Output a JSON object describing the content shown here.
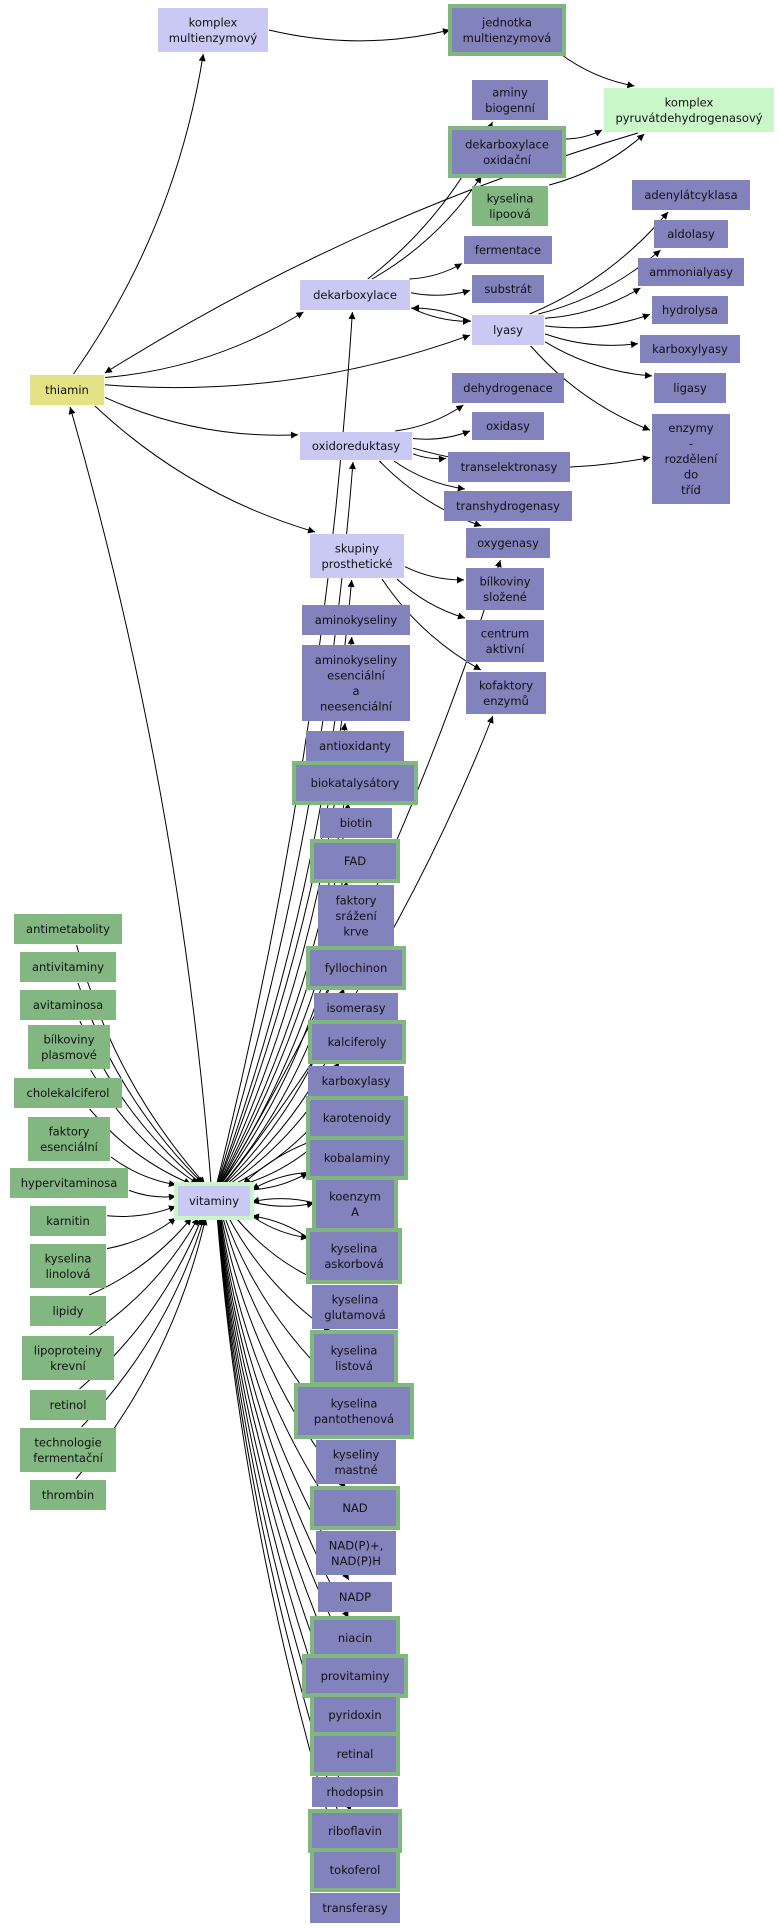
{
  "colors": {
    "concept_periwinkle": "#c9c9f4",
    "concept_green": "#c9f7c9",
    "concept_yellow": "#e3e386",
    "term_blue": "#8282bd",
    "term_green": "#82b782",
    "frame_green": "#7fb77f",
    "text": "#111111",
    "edge": "#000000"
  },
  "nodes": [
    {
      "id": "komplex_multienzymovy",
      "lines": [
        "komplex",
        "multienzymový"
      ],
      "style": "concept_periwinkle"
    },
    {
      "id": "jednotka_multienzymova",
      "lines": [
        "jednotka",
        "multienzymová"
      ],
      "style": "term_blue_framed"
    },
    {
      "id": "komplex_pyruvatdehydrogenasovy",
      "lines": [
        "komplex",
        "pyruvátdehydrogenasový"
      ],
      "style": "concept_green"
    },
    {
      "id": "aminy_biogenni",
      "lines": [
        "aminy",
        "biogenní"
      ],
      "style": "term_blue"
    },
    {
      "id": "dekarboxylace_oxidacni",
      "lines": [
        "dekarboxylace",
        "oxidační"
      ],
      "style": "term_blue_framed"
    },
    {
      "id": "kyselina_lipoova",
      "lines": [
        "kyselina",
        "lipoová"
      ],
      "style": "term_green"
    },
    {
      "id": "adenylatcyklasa",
      "lines": [
        "adenylátcyklasa"
      ],
      "style": "term_blue"
    },
    {
      "id": "aldolasy",
      "lines": [
        "aldolasy"
      ],
      "style": "term_blue"
    },
    {
      "id": "fermentace",
      "lines": [
        "fermentace"
      ],
      "style": "term_blue"
    },
    {
      "id": "ammonialyasy",
      "lines": [
        "ammonialyasy"
      ],
      "style": "term_blue"
    },
    {
      "id": "dekarboxylace",
      "lines": [
        "dekarboxylace"
      ],
      "style": "concept_periwinkle"
    },
    {
      "id": "substrat",
      "lines": [
        "substrát"
      ],
      "style": "term_blue"
    },
    {
      "id": "hydrolysa",
      "lines": [
        "hydrolysa"
      ],
      "style": "term_blue"
    },
    {
      "id": "lyasy",
      "lines": [
        "lyasy"
      ],
      "style": "concept_periwinkle"
    },
    {
      "id": "karboxylyasy",
      "lines": [
        "karboxylyasy"
      ],
      "style": "term_blue"
    },
    {
      "id": "thiamin",
      "lines": [
        "thiamin"
      ],
      "style": "concept_yellow"
    },
    {
      "id": "ligasy",
      "lines": [
        "ligasy"
      ],
      "style": "term_blue"
    },
    {
      "id": "dehydrogenace",
      "lines": [
        "dehydrogenace"
      ],
      "style": "term_blue"
    },
    {
      "id": "enzymy",
      "lines": [
        "enzymy",
        "-",
        "rozdělení",
        "do",
        "tříd"
      ],
      "style": "term_blue"
    },
    {
      "id": "oxidasy",
      "lines": [
        "oxidasy"
      ],
      "style": "term_blue"
    },
    {
      "id": "oxidoreduktasy",
      "lines": [
        "oxidoreduktasy"
      ],
      "style": "concept_periwinkle"
    },
    {
      "id": "transelektronasy",
      "lines": [
        "transelektronasy"
      ],
      "style": "term_blue"
    },
    {
      "id": "transhydrogenasy",
      "lines": [
        "transhydrogenasy"
      ],
      "style": "term_blue"
    },
    {
      "id": "oxygenasy",
      "lines": [
        "oxygenasy"
      ],
      "style": "term_blue"
    },
    {
      "id": "skupiny_prostheticke",
      "lines": [
        "skupiny",
        "prosthetické"
      ],
      "style": "concept_periwinkle"
    },
    {
      "id": "bilkoviny_slozene",
      "lines": [
        "bílkoviny",
        "složené"
      ],
      "style": "term_blue"
    },
    {
      "id": "aminokyseliny",
      "lines": [
        "aminokyseliny"
      ],
      "style": "term_blue"
    },
    {
      "id": "centrum_aktivni",
      "lines": [
        "centrum",
        "aktivní"
      ],
      "style": "term_blue"
    },
    {
      "id": "aminokyseliny_esencialni",
      "lines": [
        "aminokyseliny",
        "esenciální",
        "a",
        "neesenciální"
      ],
      "style": "term_blue"
    },
    {
      "id": "kofaktory_enzymu",
      "lines": [
        "kofaktory",
        "enzymů"
      ],
      "style": "term_blue"
    },
    {
      "id": "antioxidanty",
      "lines": [
        "antioxidanty"
      ],
      "style": "term_blue"
    },
    {
      "id": "biokatalysatory",
      "lines": [
        "biokatalysátory"
      ],
      "style": "term_blue_framed"
    },
    {
      "id": "biotin",
      "lines": [
        "biotin"
      ],
      "style": "term_blue"
    },
    {
      "id": "fad",
      "lines": [
        "FAD"
      ],
      "style": "term_blue_framed"
    },
    {
      "id": "faktory_srazeni_krve",
      "lines": [
        "faktory",
        "srážení",
        "krve"
      ],
      "style": "term_blue"
    },
    {
      "id": "antimetabolity",
      "lines": [
        "antimetabolity"
      ],
      "style": "term_green"
    },
    {
      "id": "antivitaminy",
      "lines": [
        "antivitaminy"
      ],
      "style": "term_green"
    },
    {
      "id": "fyllochinon",
      "lines": [
        "fyllochinon"
      ],
      "style": "term_blue_framed"
    },
    {
      "id": "avitaminosa",
      "lines": [
        "avitaminosa"
      ],
      "style": "term_green"
    },
    {
      "id": "isomerasy",
      "lines": [
        "isomerasy"
      ],
      "style": "term_blue"
    },
    {
      "id": "bilkoviny_plasmove",
      "lines": [
        "bílkoviny",
        "plasmové"
      ],
      "style": "term_green"
    },
    {
      "id": "kalciferoly",
      "lines": [
        "kalciferoly"
      ],
      "style": "term_blue_framed"
    },
    {
      "id": "karboxylasy",
      "lines": [
        "karboxylasy"
      ],
      "style": "term_blue"
    },
    {
      "id": "cholekalciferol",
      "lines": [
        "cholekalciferol"
      ],
      "style": "term_green"
    },
    {
      "id": "karotenoidy",
      "lines": [
        "karotenoidy"
      ],
      "style": "term_blue_framed"
    },
    {
      "id": "faktory_esencialni",
      "lines": [
        "faktory",
        "esenciální"
      ],
      "style": "term_green"
    },
    {
      "id": "kobalaminy",
      "lines": [
        "kobalaminy"
      ],
      "style": "term_blue_framed"
    },
    {
      "id": "hypervitaminosa",
      "lines": [
        "hypervitaminosa"
      ],
      "style": "term_green"
    },
    {
      "id": "vitaminy",
      "lines": [
        "vitaminy"
      ],
      "style": "vitaminy"
    },
    {
      "id": "koenzym_a",
      "lines": [
        "koenzym",
        "A"
      ],
      "style": "term_blue_framed"
    },
    {
      "id": "karnitin",
      "lines": [
        "karnitin"
      ],
      "style": "term_green"
    },
    {
      "id": "kyselina_askorbova",
      "lines": [
        "kyselina",
        "askorbová"
      ],
      "style": "term_blue_framed"
    },
    {
      "id": "kyselina_linolova",
      "lines": [
        "kyselina",
        "linolová"
      ],
      "style": "term_green"
    },
    {
      "id": "kyselina_glutamova",
      "lines": [
        "kyselina",
        "glutamová"
      ],
      "style": "term_blue"
    },
    {
      "id": "lipidy",
      "lines": [
        "lipidy"
      ],
      "style": "term_green"
    },
    {
      "id": "kyselina_listova",
      "lines": [
        "kyselina",
        "listová"
      ],
      "style": "term_blue_framed"
    },
    {
      "id": "lipoproteiny_krevni",
      "lines": [
        "lipoproteiny",
        "krevní"
      ],
      "style": "term_green"
    },
    {
      "id": "kyselina_pantothenova",
      "lines": [
        "kyselina",
        "pantothenová"
      ],
      "style": "term_blue_framed"
    },
    {
      "id": "retinol",
      "lines": [
        "retinol"
      ],
      "style": "term_green"
    },
    {
      "id": "technologie_fermentacni",
      "lines": [
        "technologie",
        "fermentační"
      ],
      "style": "term_green"
    },
    {
      "id": "kyseliny_mastne",
      "lines": [
        "kyseliny",
        "mastné"
      ],
      "style": "term_blue"
    },
    {
      "id": "thrombin",
      "lines": [
        "thrombin"
      ],
      "style": "term_green"
    },
    {
      "id": "nad",
      "lines": [
        "NAD"
      ],
      "style": "term_blue_framed"
    },
    {
      "id": "nadp_plus",
      "lines": [
        "NAD(P)+,",
        "NAD(P)H"
      ],
      "style": "term_blue"
    },
    {
      "id": "nadp",
      "lines": [
        "NADP"
      ],
      "style": "term_blue"
    },
    {
      "id": "niacin",
      "lines": [
        "niacin"
      ],
      "style": "term_blue_framed"
    },
    {
      "id": "provitaminy",
      "lines": [
        "provitaminy"
      ],
      "style": "term_blue_framed"
    },
    {
      "id": "pyridoxin",
      "lines": [
        "pyridoxin"
      ],
      "style": "term_blue_framed"
    },
    {
      "id": "retinal",
      "lines": [
        "retinal"
      ],
      "style": "term_blue_framed"
    },
    {
      "id": "rhodopsin",
      "lines": [
        "rhodopsin"
      ],
      "style": "term_blue"
    },
    {
      "id": "riboflavin",
      "lines": [
        "riboflavin"
      ],
      "style": "term_blue_framed"
    },
    {
      "id": "tokoferol",
      "lines": [
        "tokoferol"
      ],
      "style": "term_blue_framed"
    },
    {
      "id": "transferasy",
      "lines": [
        "transferasy"
      ],
      "style": "term_blue"
    }
  ],
  "edges": [
    {
      "from": "komplex_multienzymovy",
      "to": "jednotka_multienzymova"
    },
    {
      "from": "jednotka_multienzymova",
      "to": "komplex_pyruvatdehydrogenasovy"
    },
    {
      "from": "dekarboxylace_oxidacni",
      "to": "komplex_pyruvatdehydrogenasovy"
    },
    {
      "from": "kyselina_lipoova",
      "to": "komplex_pyruvatdehydrogenasovy"
    },
    {
      "from": "komplex_pyruvatdehydrogenasovy",
      "to": "thiamin"
    },
    {
      "from": "thiamin",
      "to": "komplex_multienzymovy"
    },
    {
      "from": "thiamin",
      "to": "dekarboxylace"
    },
    {
      "from": "thiamin",
      "to": "lyasy"
    },
    {
      "from": "thiamin",
      "to": "oxidoreduktasy"
    },
    {
      "from": "thiamin",
      "to": "skupiny_prostheticke"
    },
    {
      "from": "vitaminy",
      "to": "thiamin"
    },
    {
      "from": "dekarboxylace",
      "to": "aminy_biogenni"
    },
    {
      "from": "dekarboxylace",
      "to": "dekarboxylace_oxidacni"
    },
    {
      "from": "dekarboxylace",
      "to": "fermentace"
    },
    {
      "from": "dekarboxylace",
      "to": "substrat"
    },
    {
      "from": "dekarboxylace",
      "to": "lyasy"
    },
    {
      "from": "lyasy",
      "to": "dekarboxylace"
    },
    {
      "from": "lyasy",
      "to": "adenylatcyklasa"
    },
    {
      "from": "lyasy",
      "to": "aldolasy"
    },
    {
      "from": "lyasy",
      "to": "ammonialyasy"
    },
    {
      "from": "lyasy",
      "to": "hydrolysa"
    },
    {
      "from": "lyasy",
      "to": "karboxylyasy"
    },
    {
      "from": "lyasy",
      "to": "ligasy"
    },
    {
      "from": "lyasy",
      "to": "enzymy"
    },
    {
      "from": "oxidoreduktasy",
      "to": "dehydrogenace"
    },
    {
      "from": "oxidoreduktasy",
      "to": "oxidasy"
    },
    {
      "from": "oxidoreduktasy",
      "to": "transelektronasy"
    },
    {
      "from": "oxidoreduktasy",
      "to": "transhydrogenasy"
    },
    {
      "from": "oxidoreduktasy",
      "to": "oxygenasy"
    },
    {
      "from": "oxidoreduktasy",
      "to": "enzymy"
    },
    {
      "from": "skupiny_prostheticke",
      "to": "bilkoviny_slozene"
    },
    {
      "from": "skupiny_prostheticke",
      "to": "centrum_aktivni"
    },
    {
      "from": "skupiny_prostheticke",
      "to": "kofaktory_enzymu"
    },
    {
      "from": "vitaminy",
      "to": "dekarboxylace"
    },
    {
      "from": "vitaminy",
      "to": "oxidoreduktasy"
    },
    {
      "from": "vitaminy",
      "to": "oxygenasy"
    },
    {
      "from": "vitaminy",
      "to": "skupiny_prostheticke"
    },
    {
      "from": "vitaminy",
      "to": "kofaktory_enzymu"
    },
    {
      "from": "vitaminy",
      "to": "aminokyseliny"
    },
    {
      "from": "vitaminy",
      "to": "aminokyseliny_esencialni"
    },
    {
      "from": "vitaminy",
      "to": "antioxidanty"
    },
    {
      "from": "vitaminy",
      "to": "biokatalysatory"
    },
    {
      "from": "vitaminy",
      "to": "biotin"
    },
    {
      "from": "vitaminy",
      "to": "fad"
    },
    {
      "from": "vitaminy",
      "to": "faktory_srazeni_krve"
    },
    {
      "from": "vitaminy",
      "to": "fyllochinon"
    },
    {
      "from": "vitaminy",
      "to": "isomerasy"
    },
    {
      "from": "vitaminy",
      "to": "kalciferoly"
    },
    {
      "from": "vitaminy",
      "to": "karboxylasy"
    },
    {
      "from": "vitaminy",
      "to": "karotenoidy"
    },
    {
      "from": "vitaminy",
      "to": "kobalaminy"
    },
    {
      "from": "vitaminy",
      "to": "koenzym_a"
    },
    {
      "from": "vitaminy",
      "to": "kyselina_askorbova"
    },
    {
      "from": "vitaminy",
      "to": "kyselina_glutamova"
    },
    {
      "from": "vitaminy",
      "to": "kyselina_listova"
    },
    {
      "from": "vitaminy",
      "to": "kyselina_pantothenova"
    },
    {
      "from": "vitaminy",
      "to": "kyseliny_mastne"
    },
    {
      "from": "vitaminy",
      "to": "nad"
    },
    {
      "from": "vitaminy",
      "to": "nadp_plus"
    },
    {
      "from": "vitaminy",
      "to": "nadp"
    },
    {
      "from": "vitaminy",
      "to": "niacin"
    },
    {
      "from": "vitaminy",
      "to": "provitaminy"
    },
    {
      "from": "vitaminy",
      "to": "pyridoxin"
    },
    {
      "from": "vitaminy",
      "to": "retinal"
    },
    {
      "from": "vitaminy",
      "to": "rhodopsin"
    },
    {
      "from": "vitaminy",
      "to": "riboflavin"
    },
    {
      "from": "vitaminy",
      "to": "tokoferol"
    },
    {
      "from": "vitaminy",
      "to": "transferasy"
    },
    {
      "from": "karotenoidy",
      "to": "vitaminy"
    },
    {
      "from": "kobalaminy",
      "to": "vitaminy"
    },
    {
      "from": "koenzym_a",
      "to": "vitaminy"
    },
    {
      "from": "kyselina_askorbova",
      "to": "vitaminy"
    },
    {
      "from": "antimetabolity",
      "to": "vitaminy"
    },
    {
      "from": "antivitaminy",
      "to": "vitaminy"
    },
    {
      "from": "avitaminosa",
      "to": "vitaminy"
    },
    {
      "from": "bilkoviny_plasmove",
      "to": "vitaminy"
    },
    {
      "from": "cholekalciferol",
      "to": "vitaminy"
    },
    {
      "from": "faktory_esencialni",
      "to": "vitaminy"
    },
    {
      "from": "hypervitaminosa",
      "to": "vitaminy"
    },
    {
      "from": "karnitin",
      "to": "vitaminy"
    },
    {
      "from": "kyselina_linolova",
      "to": "vitaminy"
    },
    {
      "from": "lipidy",
      "to": "vitaminy"
    },
    {
      "from": "lipoproteiny_krevni",
      "to": "vitaminy"
    },
    {
      "from": "retinol",
      "to": "vitaminy"
    },
    {
      "from": "technologie_fermentacni",
      "to": "vitaminy"
    },
    {
      "from": "thrombin",
      "to": "vitaminy"
    }
  ]
}
